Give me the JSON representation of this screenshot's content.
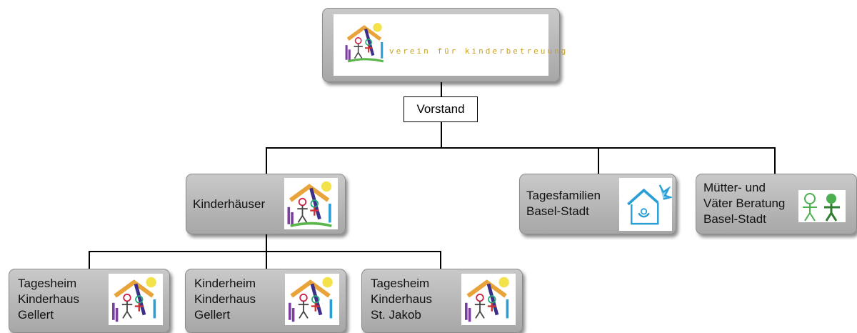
{
  "top": {
    "logo_text": "verein für kinderbetreuung"
  },
  "vorstand": {
    "label": "Vorstand"
  },
  "level1": [
    {
      "lines": [
        "Kinderhäuser"
      ],
      "icon": "children-drawing-logo"
    },
    {
      "lines": [
        "Tagesfamilien",
        "Basel-Stadt"
      ],
      "icon": "house-sun-logo"
    },
    {
      "lines": [
        "Mütter- und",
        "Väter Beratung",
        "Basel-Stadt"
      ],
      "icon": "green-children-logo"
    }
  ],
  "level2": [
    {
      "lines": [
        "Tagesheim",
        "Kinderhaus",
        "Gellert"
      ],
      "icon": "children-drawing-logo"
    },
    {
      "lines": [
        "Kinderheim",
        "Kinderhaus",
        "Gellert"
      ],
      "icon": "children-drawing-logo"
    },
    {
      "lines": [
        "Tagesheim",
        "Kinderhaus",
        "St. Jakob"
      ],
      "icon": "children-drawing-logo"
    }
  ]
}
